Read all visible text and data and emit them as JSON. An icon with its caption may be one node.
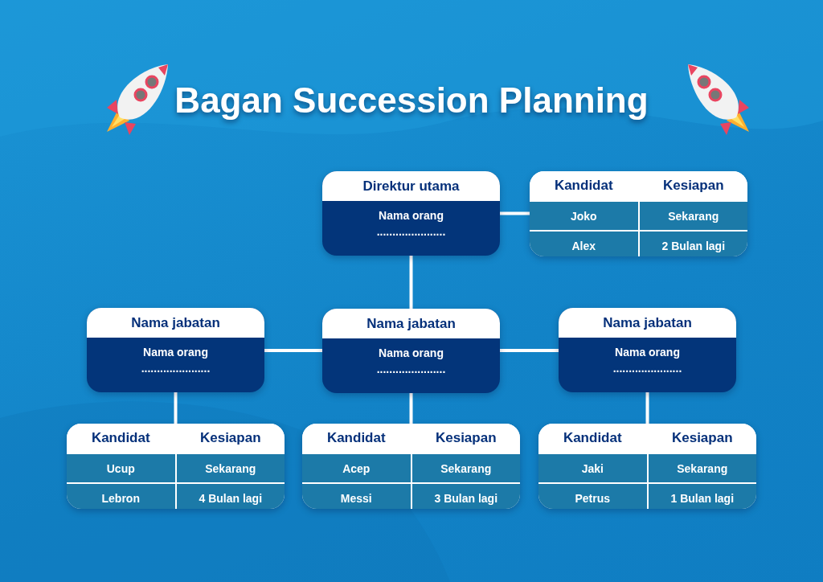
{
  "diagram": {
    "title": "Bagan Succession Planning",
    "nodes": [
      {
        "text": [
          "Direktur utama",
          "Nama orang",
          "......................"
        ]
      },
      {
        "text": [
          "Kandidat",
          "Kesiapan",
          "Joko",
          "Sekarang",
          "Alex",
          "2 Bulan lagi"
        ]
      },
      {
        "text": [
          "Nama jabatan",
          "Nama orang",
          "......................"
        ]
      },
      {
        "text": [
          "Nama jabatan",
          "Nama orang",
          "......................"
        ]
      },
      {
        "text": [
          "Nama jabatan",
          "Nama orang",
          "......................"
        ]
      },
      {
        "text": [
          "Kandidat",
          "Kesiapan",
          "Ucup",
          "Sekarang",
          "Lebron",
          "4 Bulan lagi"
        ]
      },
      {
        "text": [
          "Kandidat",
          "Kesiapan",
          "Acep",
          "Sekarang",
          "Messi",
          "3 Bulan lagi"
        ]
      },
      {
        "text": [
          "Kandidat",
          "Kesiapan",
          "Jaki",
          "Sekarang",
          "Petrus",
          "1 Bulan lagi"
        ]
      }
    ],
    "edges": [
      {
        "from": 0,
        "to": 1,
        "arrow": "none"
      },
      {
        "from": 0,
        "to": 3,
        "arrow": "none"
      },
      {
        "from": 3,
        "to": 2,
        "arrow": "none"
      },
      {
        "from": 3,
        "to": 4,
        "arrow": "none"
      },
      {
        "from": 2,
        "to": 5,
        "arrow": "none"
      },
      {
        "from": 3,
        "to": 6,
        "arrow": "none"
      },
      {
        "from": 4,
        "to": 7,
        "arrow": "none"
      }
    ]
  }
}
